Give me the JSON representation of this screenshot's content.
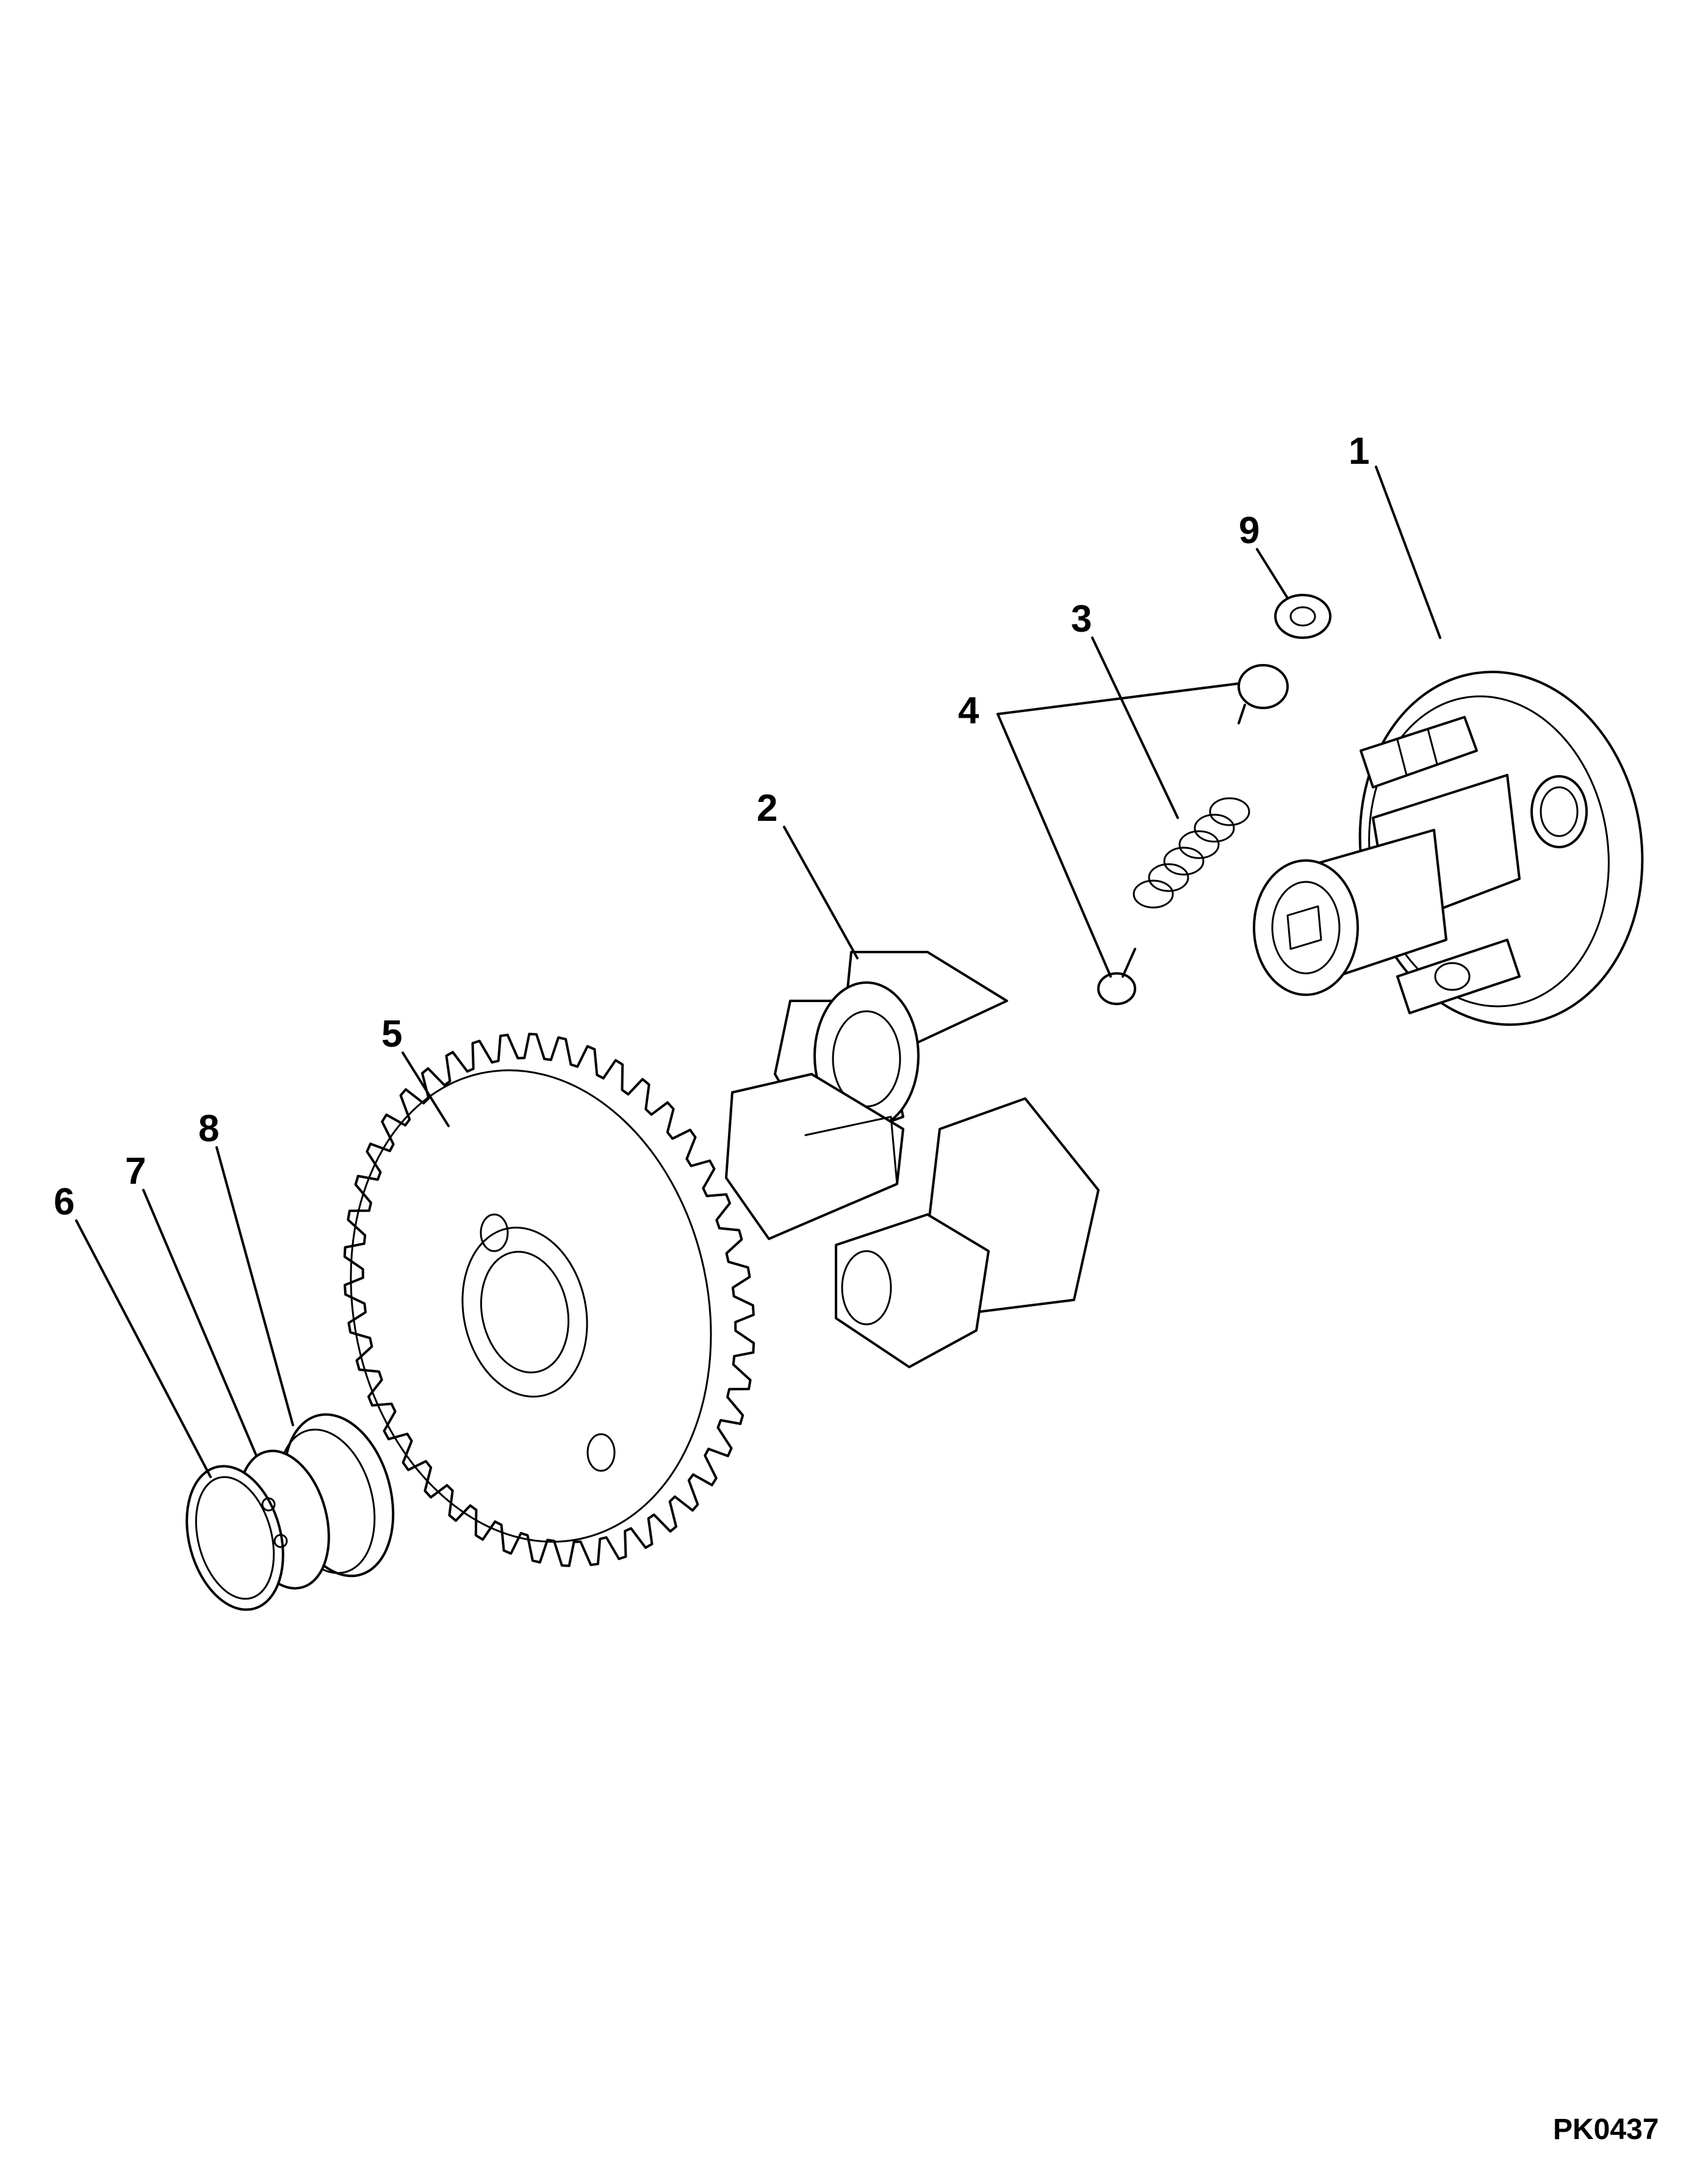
{
  "diagram": {
    "figure_code": "PK0437",
    "callouts": [
      {
        "id": "1",
        "label": "1"
      },
      {
        "id": "2",
        "label": "2"
      },
      {
        "id": "3",
        "label": "3"
      },
      {
        "id": "4",
        "label": "4"
      },
      {
        "id": "5",
        "label": "5"
      },
      {
        "id": "6",
        "label": "6"
      },
      {
        "id": "7",
        "label": "7"
      },
      {
        "id": "8",
        "label": "8"
      },
      {
        "id": "9",
        "label": "9"
      }
    ]
  },
  "colors": {
    "line": "#000000",
    "background": "#ffffff"
  }
}
